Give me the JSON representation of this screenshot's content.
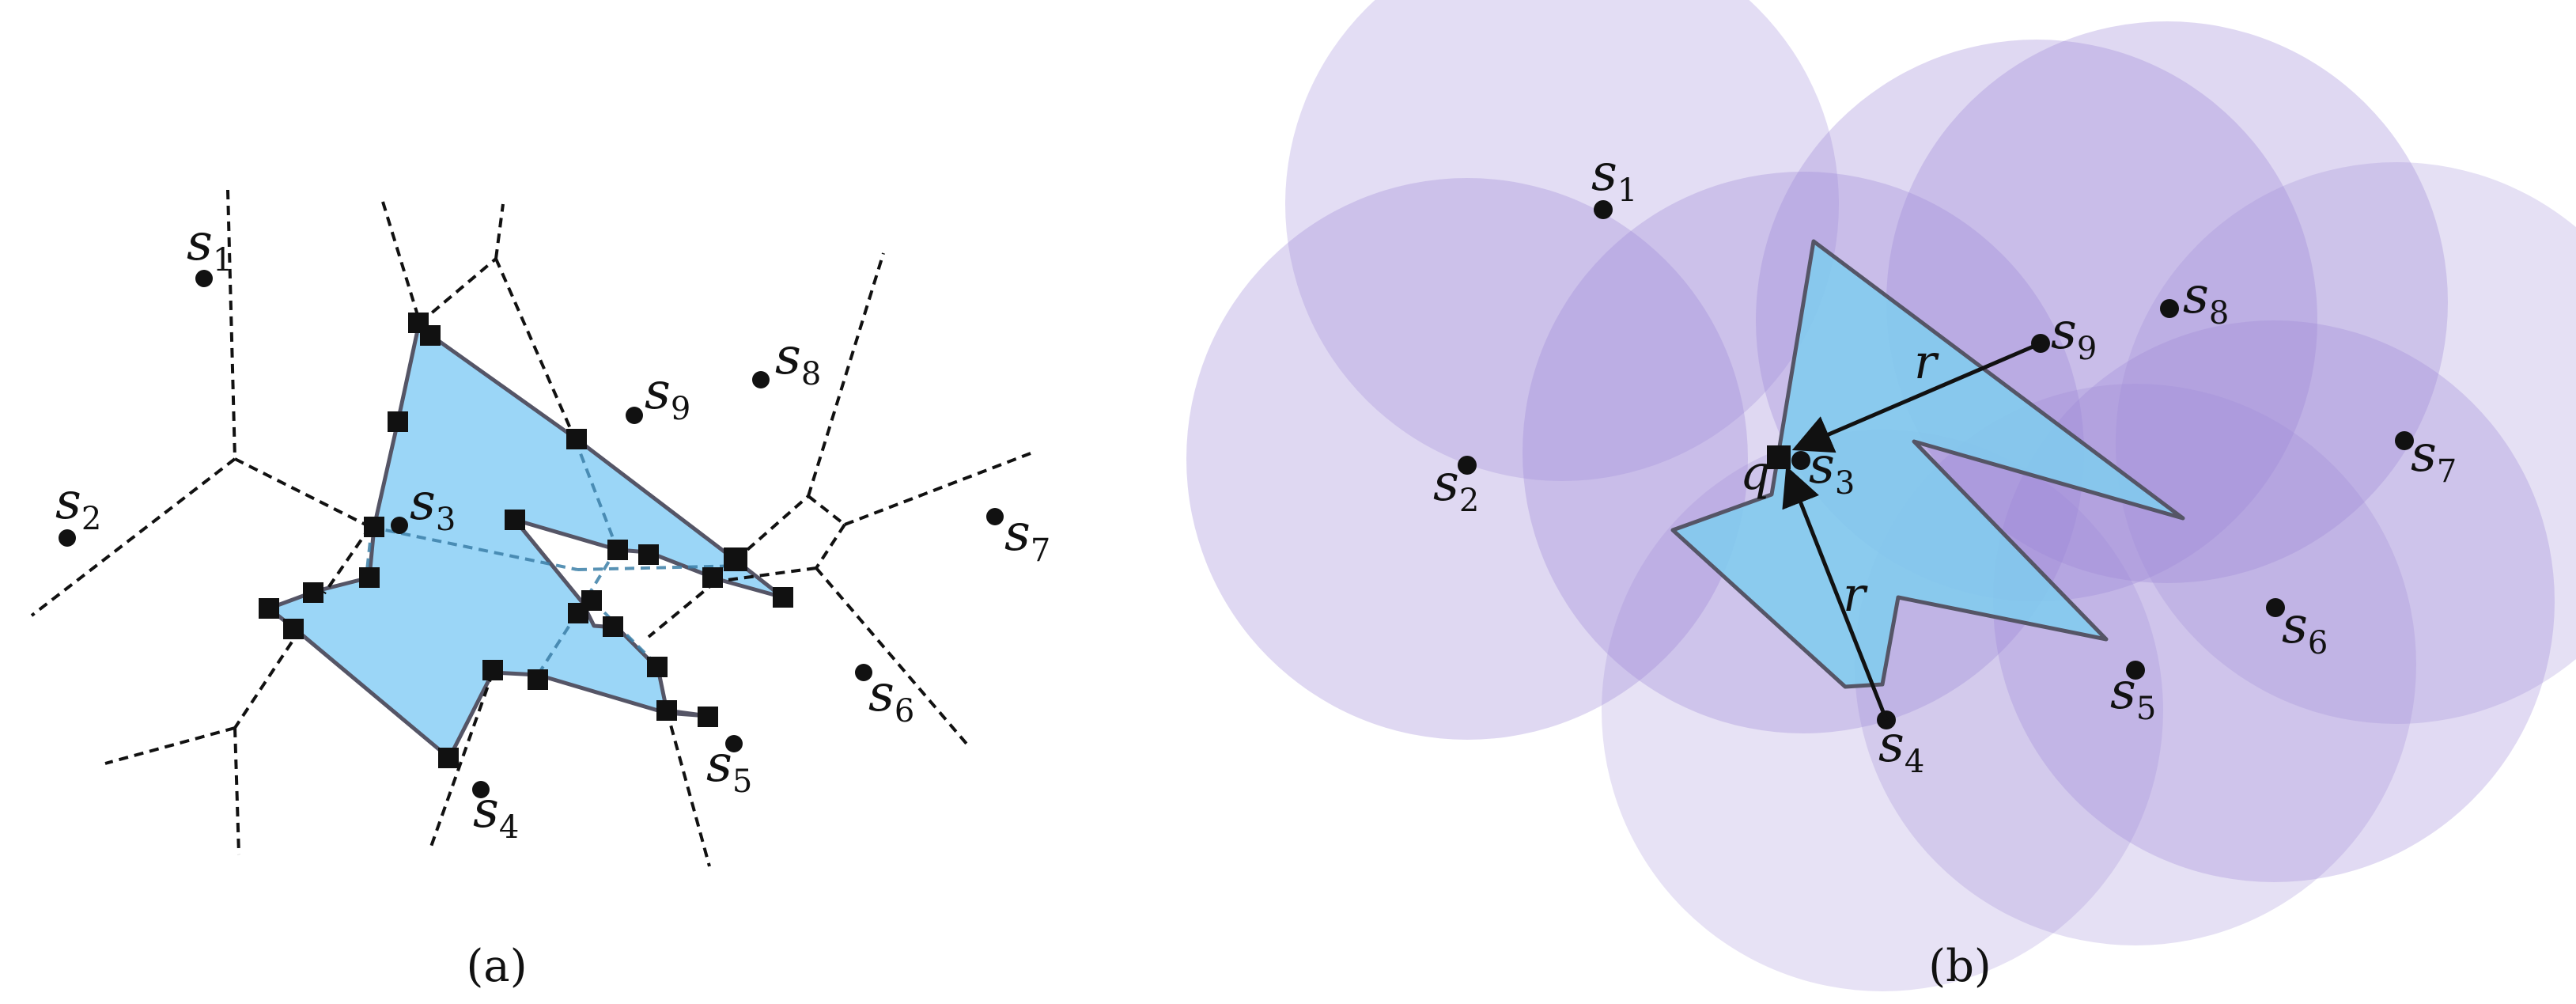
{
  "panel_a": {
    "caption": "(a)",
    "sites": [
      {
        "id": "s1",
        "letter": "s",
        "sub": "1"
      },
      {
        "id": "s2",
        "letter": "s",
        "sub": "2"
      },
      {
        "id": "s3",
        "letter": "s",
        "sub": "3"
      },
      {
        "id": "s4",
        "letter": "s",
        "sub": "4"
      },
      {
        "id": "s5",
        "letter": "s",
        "sub": "5"
      },
      {
        "id": "s6",
        "letter": "s",
        "sub": "6"
      },
      {
        "id": "s7",
        "letter": "s",
        "sub": "7"
      },
      {
        "id": "s8",
        "letter": "s",
        "sub": "8"
      },
      {
        "id": "s9",
        "letter": "s",
        "sub": "9"
      }
    ]
  },
  "panel_b": {
    "caption": "(b)",
    "query_label": "q",
    "radius_label": "r",
    "sites": [
      {
        "id": "s1",
        "letter": "s",
        "sub": "1"
      },
      {
        "id": "s2",
        "letter": "s",
        "sub": "2"
      },
      {
        "id": "s3",
        "letter": "s",
        "sub": "3"
      },
      {
        "id": "s4",
        "letter": "s",
        "sub": "4"
      },
      {
        "id": "s5",
        "letter": "s",
        "sub": "5"
      },
      {
        "id": "s6",
        "letter": "s",
        "sub": "6"
      },
      {
        "id": "s7",
        "letter": "s",
        "sub": "7"
      },
      {
        "id": "s8",
        "letter": "s",
        "sub": "8"
      },
      {
        "id": "s9",
        "letter": "s",
        "sub": "9"
      }
    ]
  },
  "colors": {
    "polygon_fill": "#9bd6f7",
    "polygon_fill_b": "#7fcdef",
    "polygon_stroke": "#555566",
    "disk_fill": "#9a86d6",
    "ink": "#111111"
  }
}
